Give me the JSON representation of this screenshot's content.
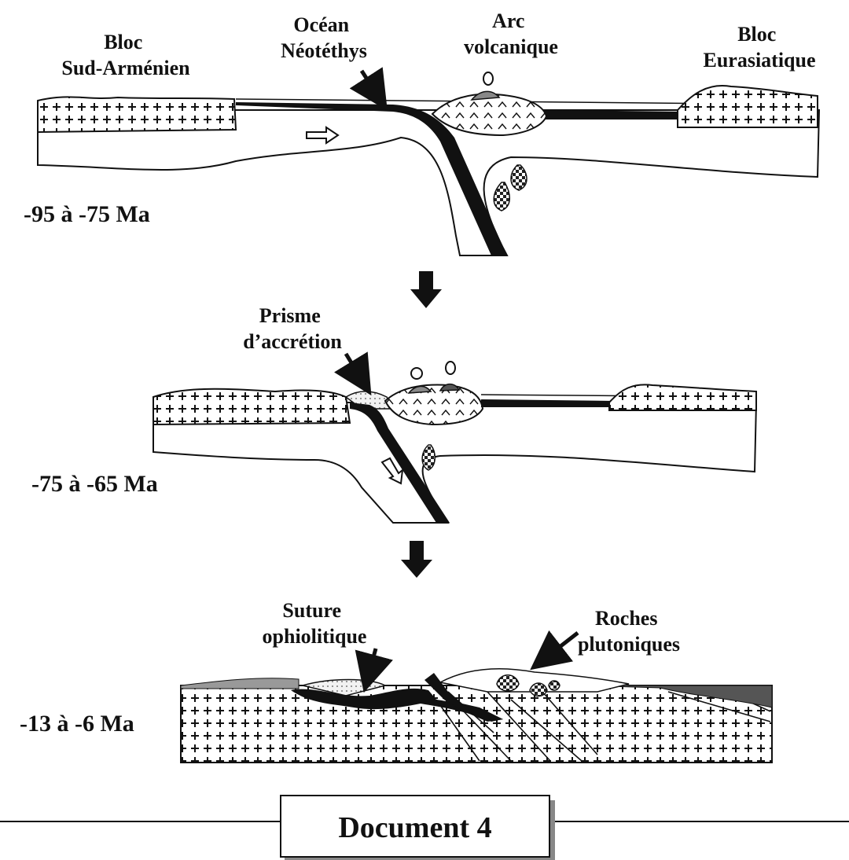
{
  "panel1": {
    "labels": {
      "bloc_sud_armenien": [
        "Bloc",
        "Sud-Arménien"
      ],
      "ocean": [
        "Océan",
        "Néotéthys"
      ],
      "arc": [
        "Arc",
        "volcanique"
      ],
      "bloc_eurasiatique": [
        "Bloc",
        "Eurasiatique"
      ]
    },
    "age": "-95 à -75 Ma"
  },
  "panel2": {
    "labels": {
      "prisme": [
        "Prisme",
        "d’accrétion"
      ]
    },
    "age": "-75 à -65 Ma"
  },
  "panel3": {
    "labels": {
      "suture": [
        "Suture",
        "ophiolitique"
      ],
      "roches": [
        "Roches",
        "plutoniques"
      ]
    },
    "age": "-13 à -6 Ma"
  },
  "footer": {
    "title": "Document 4"
  }
}
